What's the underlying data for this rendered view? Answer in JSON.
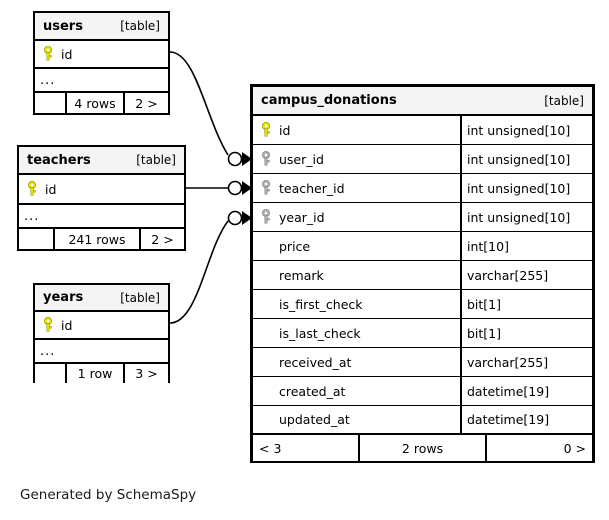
{
  "diagram": {
    "caption": "Generated by SchemaSpy",
    "table_tag": "[table]",
    "ellipsis": "...",
    "colors": {
      "primary_key_icon": "#e8e800",
      "foreign_key_icon": "#b0b0b0",
      "header_background": "#f4f4f4",
      "border": "#000000",
      "background": "#ffffff"
    }
  },
  "related_tables": [
    {
      "name": "users",
      "tag": "[table]",
      "columns": [
        {
          "name": "id",
          "key": "primary"
        }
      ],
      "ellipsis": "...",
      "footer": {
        "left": "",
        "middle": "4 rows",
        "right": "2 >"
      }
    },
    {
      "name": "teachers",
      "tag": "[table]",
      "columns": [
        {
          "name": "id",
          "key": "primary"
        }
      ],
      "ellipsis": "...",
      "footer": {
        "left": "",
        "middle": "241 rows",
        "right": "2 >"
      }
    },
    {
      "name": "years",
      "tag": "[table]",
      "columns": [
        {
          "name": "id",
          "key": "primary"
        }
      ],
      "ellipsis": "...",
      "footer": {
        "left": "",
        "middle": "1 row",
        "right": "3 >"
      }
    }
  ],
  "main_table": {
    "name": "campus_donations",
    "tag": "[table]",
    "columns": [
      {
        "name": "id",
        "type": "int unsigned[10]",
        "key": "primary"
      },
      {
        "name": "user_id",
        "type": "int unsigned[10]",
        "key": "foreign"
      },
      {
        "name": "teacher_id",
        "type": "int unsigned[10]",
        "key": "foreign"
      },
      {
        "name": "year_id",
        "type": "int unsigned[10]",
        "key": "foreign"
      },
      {
        "name": "price",
        "type": "int[10]",
        "key": "none"
      },
      {
        "name": "remark",
        "type": "varchar[255]",
        "key": "none"
      },
      {
        "name": "is_first_check",
        "type": "bit[1]",
        "key": "none"
      },
      {
        "name": "is_last_check",
        "type": "bit[1]",
        "key": "none"
      },
      {
        "name": "received_at",
        "type": "varchar[255]",
        "key": "none"
      },
      {
        "name": "created_at",
        "type": "datetime[19]",
        "key": "none"
      },
      {
        "name": "updated_at",
        "type": "datetime[19]",
        "key": "none"
      }
    ],
    "footer": {
      "left": "< 3",
      "middle": "2 rows",
      "right": "0 >"
    }
  },
  "relationships": [
    {
      "from": "users",
      "to": "campus_donations.user_id"
    },
    {
      "from": "teachers",
      "to": "campus_donations.teacher_id"
    },
    {
      "from": "years",
      "to": "campus_donations.year_id"
    }
  ]
}
